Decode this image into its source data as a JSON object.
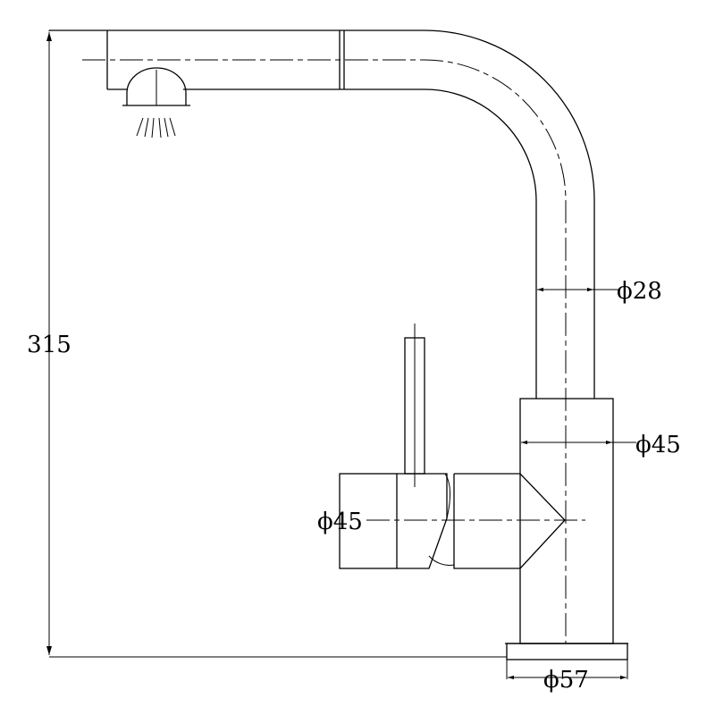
{
  "dimensions": {
    "height": "315",
    "tube_diameter": "ϕ28",
    "body_diameter": "ϕ45",
    "handle_diameter": "ϕ45",
    "base_diameter": "ϕ57"
  }
}
